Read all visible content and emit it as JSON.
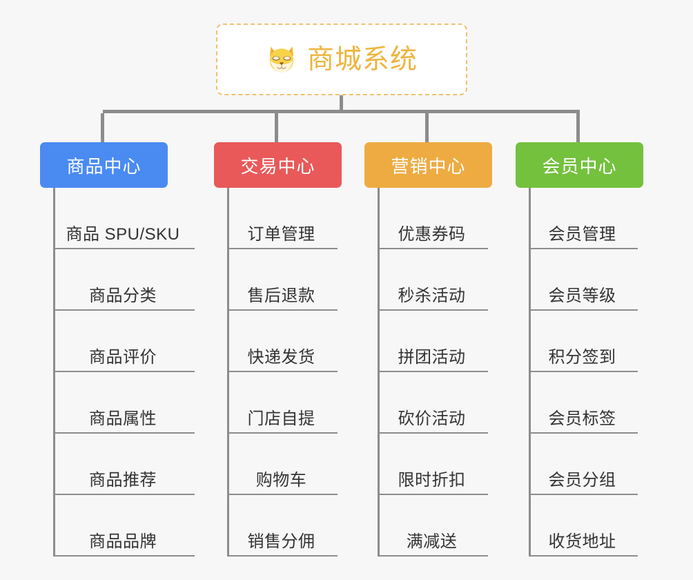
{
  "background_color": "#f7f7f7",
  "root": {
    "title": "商城系统",
    "icon": "shiba-dog-icon",
    "text_color": "#edb53f",
    "border_color": "#f0c070",
    "background": "#ffffff"
  },
  "connector_color": "#8c8c8c",
  "columns": [
    {
      "title": "商品中心",
      "color": "#4a8bf2",
      "items": [
        "商品 SPU/SKU",
        "商品分类",
        "商品评价",
        "商品属性",
        "商品推荐",
        "商品品牌"
      ]
    },
    {
      "title": "交易中心",
      "color": "#e9595a",
      "items": [
        "订单管理",
        "售后退款",
        "快递发货",
        "门店自提",
        "购物车",
        "销售分佣"
      ]
    },
    {
      "title": "营销中心",
      "color": "#eeab42",
      "items": [
        "优惠券码",
        "秒杀活动",
        "拼团活动",
        "砍价活动",
        "限时折扣",
        "满减送"
      ]
    },
    {
      "title": "会员中心",
      "color": "#74c13e",
      "items": [
        "会员管理",
        "会员等级",
        "积分签到",
        "会员标签",
        "会员分组",
        "收货地址"
      ]
    }
  ]
}
